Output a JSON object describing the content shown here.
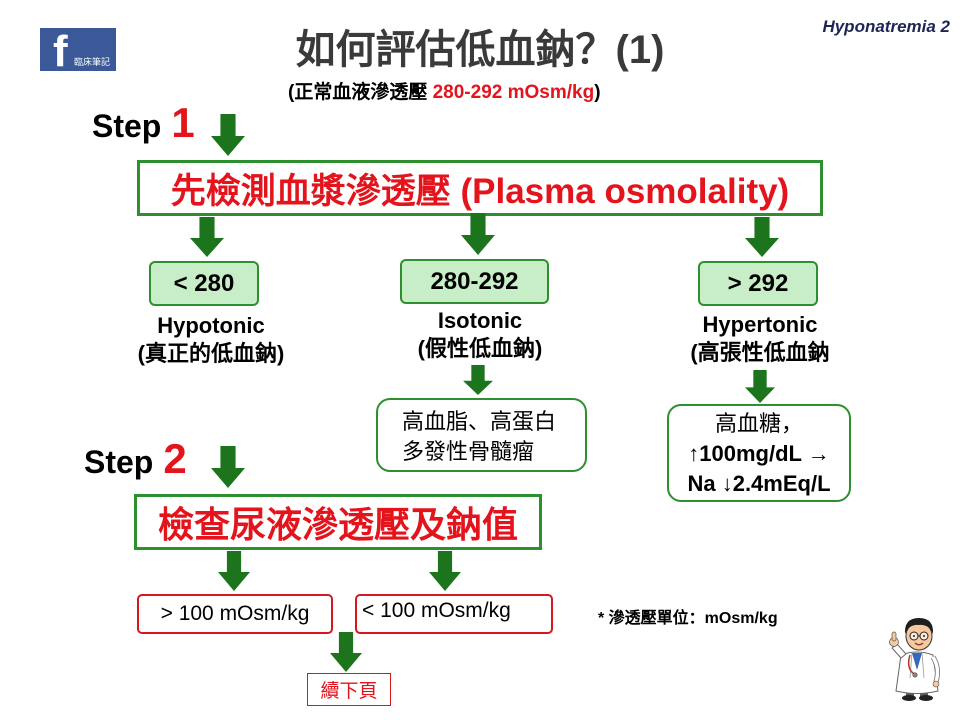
{
  "header": {
    "logo": {
      "glyph": "f",
      "caption": "臨床筆記"
    },
    "tag": "Hyponatremia 2",
    "title": "如何評估低血鈉？(1)",
    "subtitle": {
      "prefix": "(正常血液滲透壓 ",
      "range": "280-292 mOsm/kg",
      "suffix": ")"
    }
  },
  "step1": {
    "label": "Step",
    "number": "1",
    "box": "先檢測血漿滲透壓 (Plasma osmolality)"
  },
  "branches": [
    {
      "range": "< 280",
      "type": "Hypotonic",
      "desc": "(真正的低血鈉)"
    },
    {
      "range": "280-292",
      "type": "Isotonic",
      "desc": "(假性低血鈉)",
      "causes": [
        "高血脂、高蛋白",
        "多發性骨髓瘤"
      ]
    },
    {
      "range": "> 292",
      "type": "Hypertonic",
      "desc": "(高張性低血鈉",
      "causes": [
        "高血糖，",
        "↑100mg/dL →",
        "Na ↓2.4mEq/L"
      ]
    }
  ],
  "step2": {
    "label": "Step",
    "number": "2",
    "box": "檢查尿液滲透壓及鈉值",
    "results": [
      "> 100 mOsm/kg",
      "< 100 mOsm/kg"
    ]
  },
  "footnote": "* 滲透壓單位：mOsm/kg",
  "next_page": "續下頁",
  "icons": {
    "flow_arrow": "down-arrow-icon",
    "logo": "facebook-logo-icon",
    "illustration": "doctor-cartoon-icon"
  },
  "colors": {
    "accent_red": "#e3141c",
    "red_border": "#d8161e",
    "green_border": "#2e8f2e",
    "green_arrow": "#1c741c",
    "green_fill": "#c8eec8",
    "navy": "#1d2556",
    "title_gray": "#3a3a3a",
    "facebook_blue": "#3b5998"
  }
}
